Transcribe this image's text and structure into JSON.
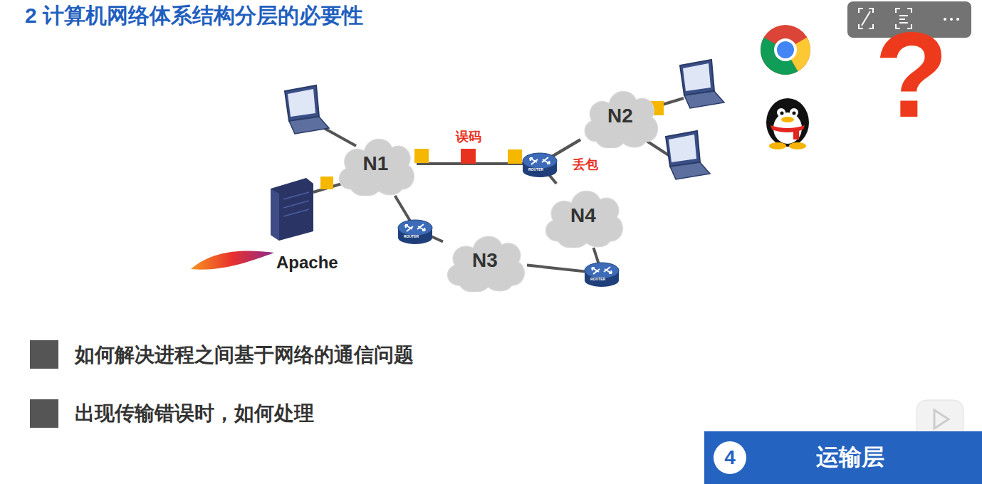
{
  "diagram": {
    "title": "2 计算机网络体系结构分层的必要性",
    "nodes": [
      {
        "text": [
          "N1"
        ]
      },
      {
        "text": [
          "N2"
        ]
      },
      {
        "text": [
          "N3"
        ]
      },
      {
        "text": [
          "N4"
        ]
      },
      {
        "text": [
          "运输层"
        ]
      },
      {
        "text": [
          "4"
        ],
        "in": 4
      }
    ],
    "edges": [
      {
        "from": 0,
        "to": 1,
        "arrow": "none"
      },
      {
        "from": 0,
        "to": 2,
        "arrow": "none"
      },
      {
        "from": 2,
        "to": 3,
        "arrow": "none"
      },
      {
        "from": 3,
        "to": 1,
        "arrow": "none"
      }
    ],
    "labels": [
      "误码",
      "丢包",
      "Apache",
      "?",
      "如何解决进程之间基于网络的通信问题",
      "出现传输错误时，如何处理",
      "ROUTER",
      "ROUTER",
      "ROUTER"
    ]
  }
}
